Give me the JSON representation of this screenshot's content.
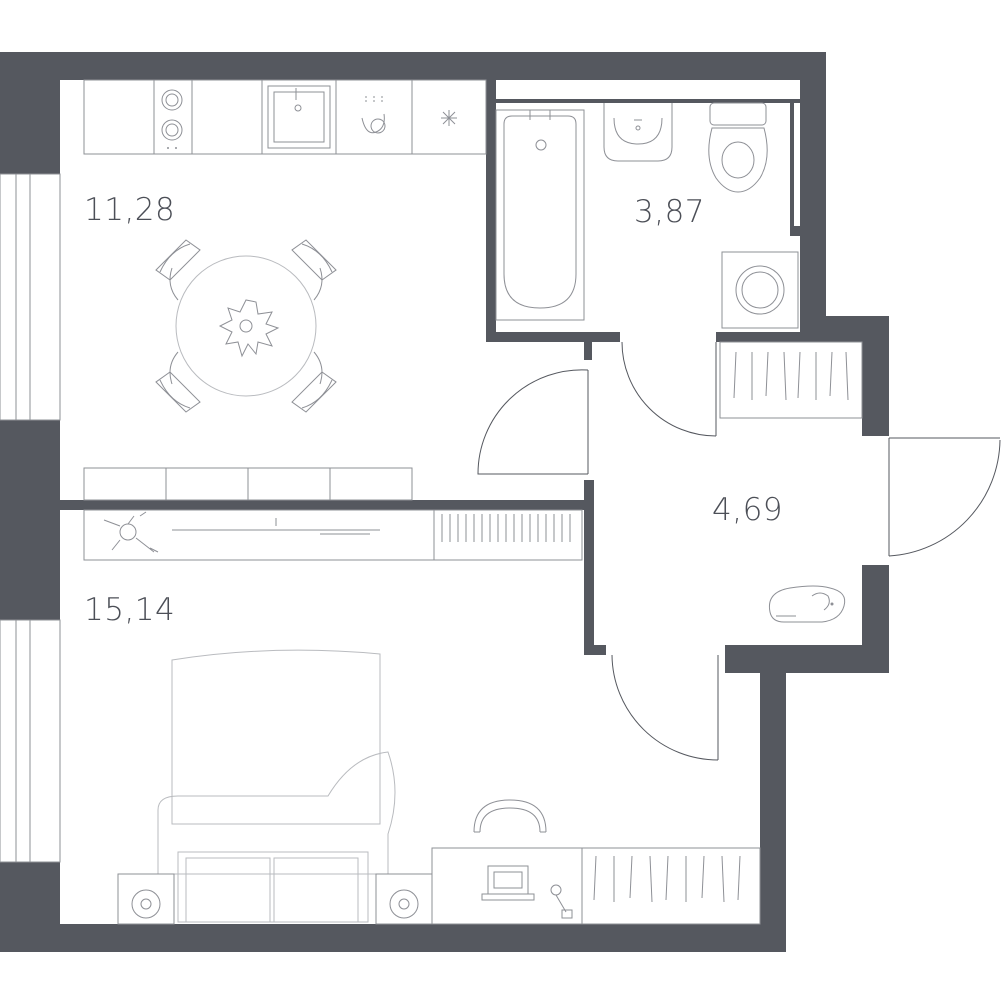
{
  "plan": {
    "colors": {
      "wall": "#55585f",
      "window": "#ffffff",
      "furniture_stroke": "#8e9096",
      "label": "#4c4f57",
      "background": "#ffffff"
    },
    "rooms": [
      {
        "id": "kitchen-living",
        "area_label": "11,28"
      },
      {
        "id": "bathroom",
        "area_label": "3,87"
      },
      {
        "id": "hallway",
        "area_label": "4,69"
      },
      {
        "id": "bedroom",
        "area_label": "15,14"
      }
    ],
    "furniture": {
      "kitchen": [
        "stove",
        "sink",
        "dishwasher",
        "fridge",
        "dining-table",
        "chairs",
        "plant",
        "low-cabinet"
      ],
      "bathroom": [
        "bathtub",
        "washbasin",
        "toilet",
        "washing-machine"
      ],
      "hallway": [
        "wardrobe",
        "dog"
      ],
      "bedroom": [
        "bed",
        "armchair",
        "desk",
        "laptop",
        "desk-lamp",
        "tv-unit",
        "wardrobe",
        "nightstand-fans"
      ]
    }
  }
}
